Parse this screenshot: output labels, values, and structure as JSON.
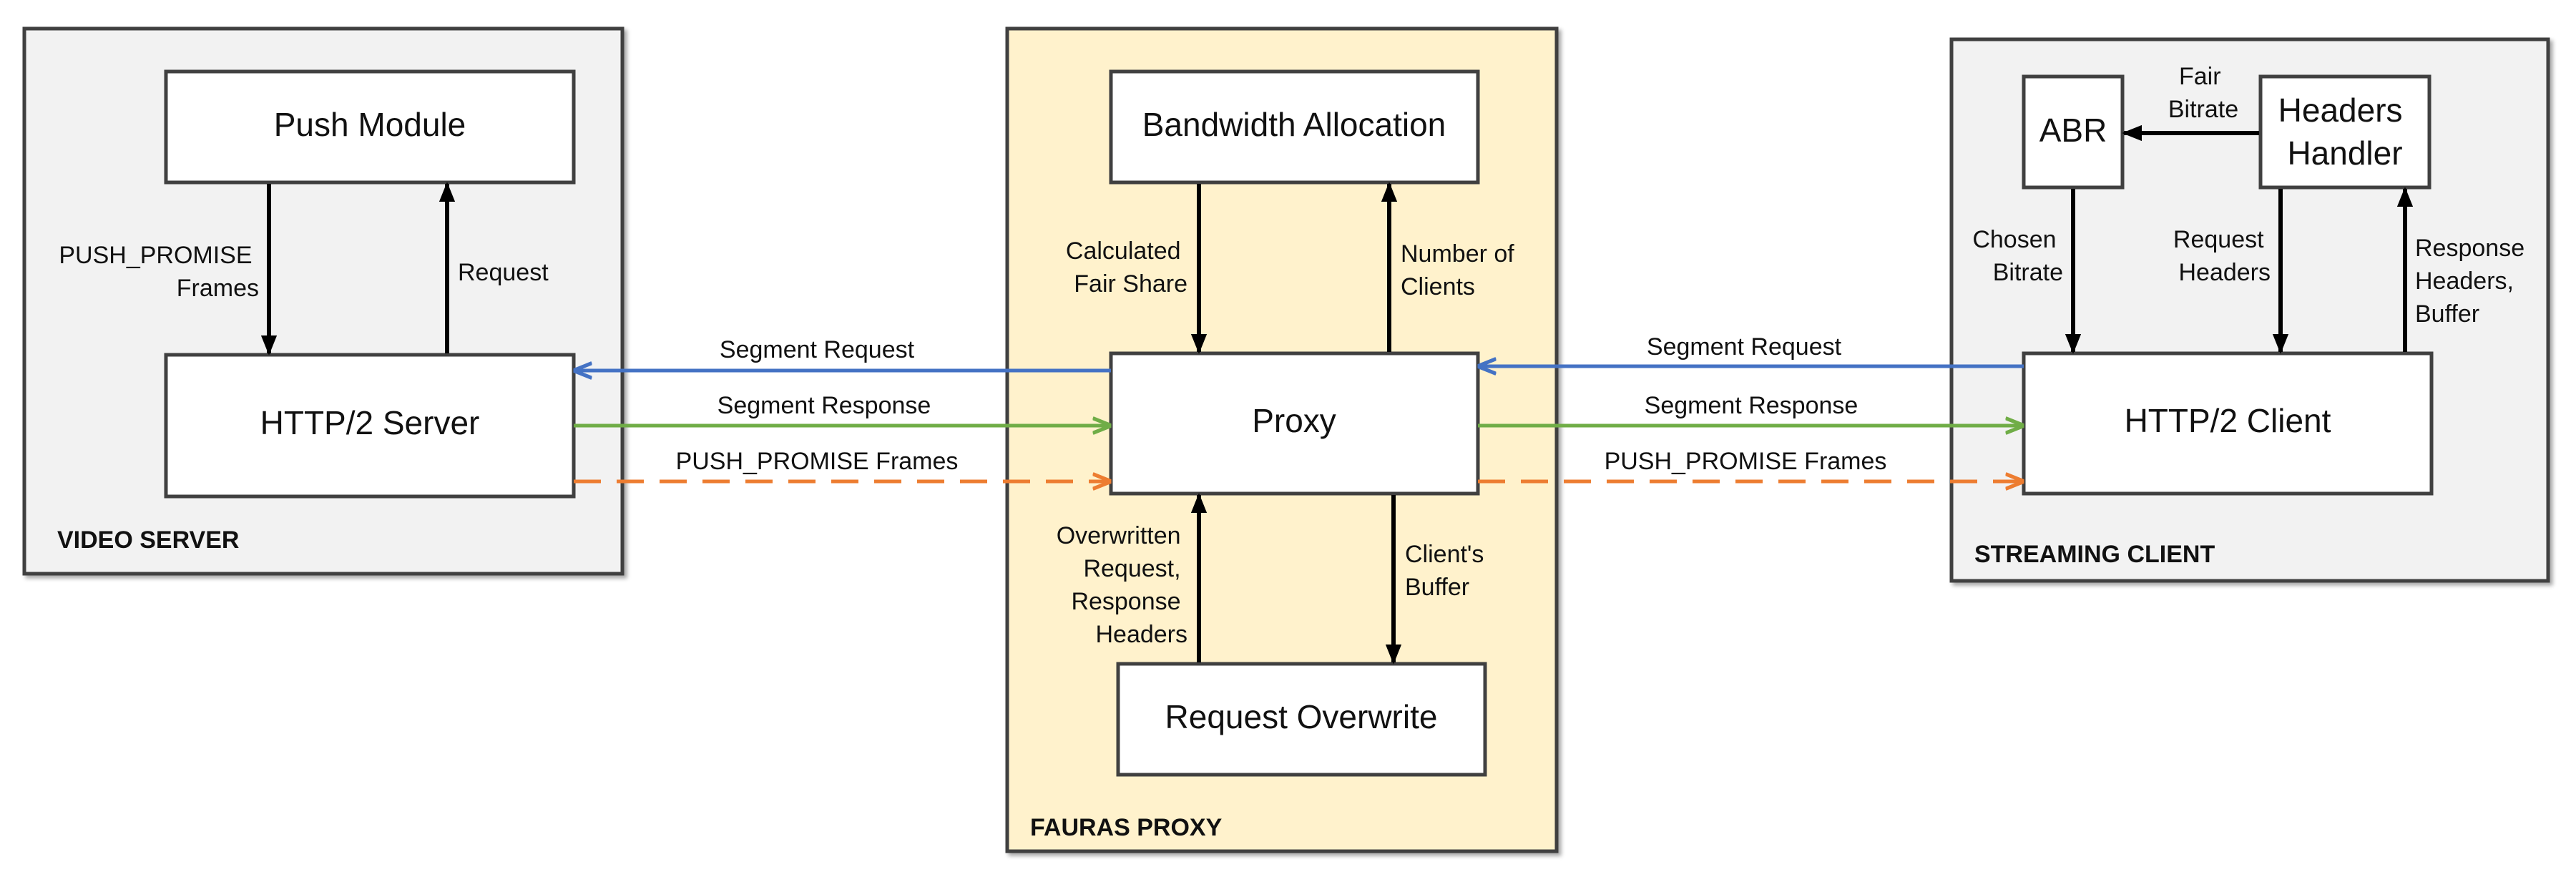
{
  "groups": {
    "video_server": {
      "label": "VIDEO SERVER"
    },
    "fauras_proxy": {
      "label": "FAURAS PROXY"
    },
    "streaming_client": {
      "label": "STREAMING CLIENT"
    }
  },
  "nodes": {
    "push_module": "Push Module",
    "http2_server": "HTTP/2 Server",
    "bandwidth_allocation": "Bandwidth Allocation",
    "proxy": "Proxy",
    "request_overwrite": "Request Overwrite",
    "abr": "ABR",
    "headers_handler": [
      "Headers",
      "Handler"
    ],
    "http2_client": "HTTP/2 Client"
  },
  "edges": {
    "push_promise_frames_vertical": [
      "PUSH_PROMISE",
      "Frames"
    ],
    "request": "Request",
    "calculated_fair_share": [
      "Calculated",
      "Fair Share"
    ],
    "number_of_clients": [
      "Number of",
      "Clients"
    ],
    "overwritten_headers": [
      "Overwritten",
      "Request,",
      "Response",
      "Headers"
    ],
    "clients_buffer": [
      "Client's",
      "Buffer"
    ],
    "fair_bitrate": [
      "Fair",
      "Bitrate"
    ],
    "chosen_bitrate": [
      "Chosen",
      "Bitrate"
    ],
    "request_headers": [
      "Request",
      "Headers"
    ],
    "response_headers_buffer": [
      "Response",
      "Headers,",
      "Buffer"
    ],
    "segment_request_left": "Segment Request",
    "segment_response_left": "Segment Response",
    "push_promise_left": "PUSH_PROMISE Frames",
    "segment_request_right": "Segment Request",
    "segment_response_right": "Segment Response",
    "push_promise_right": "PUSH_PROMISE Frames"
  },
  "colors": {
    "segment_request": "#4472C4",
    "segment_response": "#70AD47",
    "push_promise": "#ED7D31",
    "group_gray": "#F2F2F2",
    "group_yellow": "#FFF2CC",
    "border": "#404040"
  }
}
